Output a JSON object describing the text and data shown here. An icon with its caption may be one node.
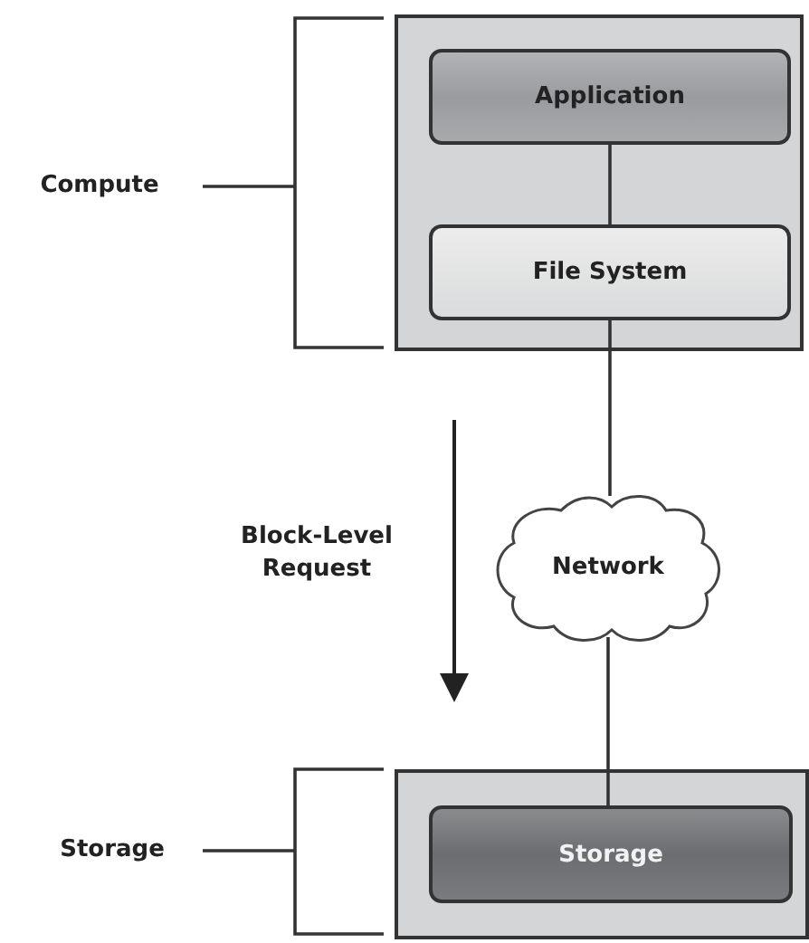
{
  "diagram": {
    "nodes": [
      {
        "text": [],
        "shape": "box"
      },
      {
        "text": [
          "Application"
        ],
        "in": 0
      },
      {
        "text": [
          "File System"
        ],
        "in": 0
      },
      {
        "text": [
          "Network"
        ]
      },
      {
        "text": [],
        "shape": "box"
      },
      {
        "text": [
          "Storage"
        ],
        "in": 4
      }
    ],
    "edges": [
      {
        "from": 1,
        "to": 2,
        "arrow": "none"
      },
      {
        "from": 2,
        "to": 3,
        "arrow": "none"
      },
      {
        "from": 3,
        "to": 5,
        "arrow": "none"
      }
    ],
    "labels": [
      "Compute",
      "Block-Level Request",
      "Storage"
    ]
  }
}
